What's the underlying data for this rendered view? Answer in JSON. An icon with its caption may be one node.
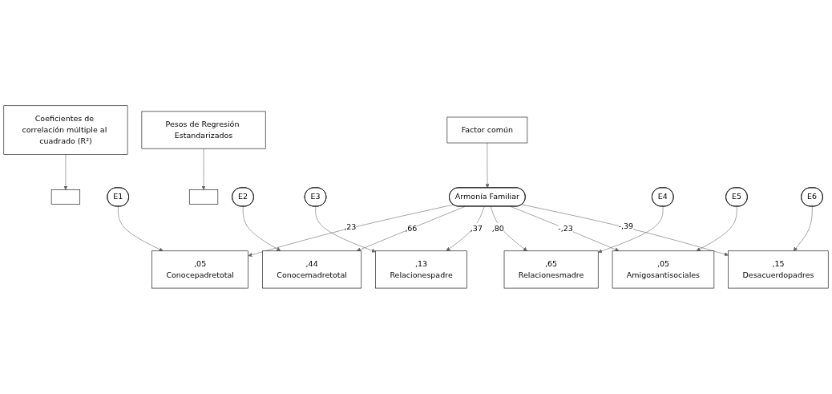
{
  "diagram": {
    "nodes": [
      {
        "text": [],
        "shape": "box"
      },
      {
        "text": [
          "Coeficientes de correlación múltiple al cuadrado (R²)"
        ]
      },
      {
        "text": [
          "E1"
        ]
      },
      {
        "text": [
          ",05",
          "Conocepadretotal"
        ]
      },
      {
        "text": [],
        "shape": "box"
      },
      {
        "text": [
          "Pesos de Regresión Estandarizados"
        ]
      },
      {
        "text": [
          "E2"
        ]
      },
      {
        "text": [
          ",44",
          "Conocemadretotal"
        ]
      },
      {
        "text": [
          "E3"
        ]
      },
      {
        "text": [
          ",13",
          "Relacionespadre"
        ]
      },
      {
        "text": [
          "Armonía Familiar"
        ]
      },
      {
        "text": [
          "E4"
        ]
      },
      {
        "text": [
          ",65",
          "Relacionesmadre"
        ]
      },
      {
        "text": [
          "E5"
        ]
      },
      {
        "text": [
          ",05",
          "Amigosantisociales"
        ]
      },
      {
        "text": [
          "Factor común"
        ]
      },
      {
        "text": [
          "E6"
        ]
      },
      {
        "text": [
          ",15",
          "Desacuerdopadres"
        ]
      }
    ],
    "edges": [
      {
        "from": 1,
        "to": 0,
        "arrow": "to"
      },
      {
        "from": 5,
        "to": 4,
        "arrow": "to"
      },
      {
        "from": 2,
        "to": 3,
        "arrow": "to"
      },
      {
        "from": 6,
        "to": 7,
        "arrow": "to"
      },
      {
        "from": 8,
        "to": 9,
        "arrow": "to"
      },
      {
        "from": 11,
        "to": 12,
        "arrow": "to"
      },
      {
        "from": 13,
        "to": 14,
        "arrow": "to"
      },
      {
        "from": 16,
        "to": 17,
        "arrow": "to"
      },
      {
        "from": 10,
        "to": 3,
        "label": ",23",
        "arrow": "to"
      },
      {
        "from": 10,
        "to": 7,
        "label": ",66",
        "arrow": "to"
      },
      {
        "from": 10,
        "to": 9,
        "label": ",37",
        "arrow": "to"
      },
      {
        "from": 10,
        "to": 12,
        "label": ",80",
        "arrow": "to"
      },
      {
        "from": 10,
        "to": 14,
        "label": "-,23",
        "arrow": "to"
      },
      {
        "from": 10,
        "to": 17,
        "label": "-,39",
        "arrow": "to"
      },
      {
        "from": 15,
        "to": 10,
        "arrow": "to"
      }
    ]
  }
}
